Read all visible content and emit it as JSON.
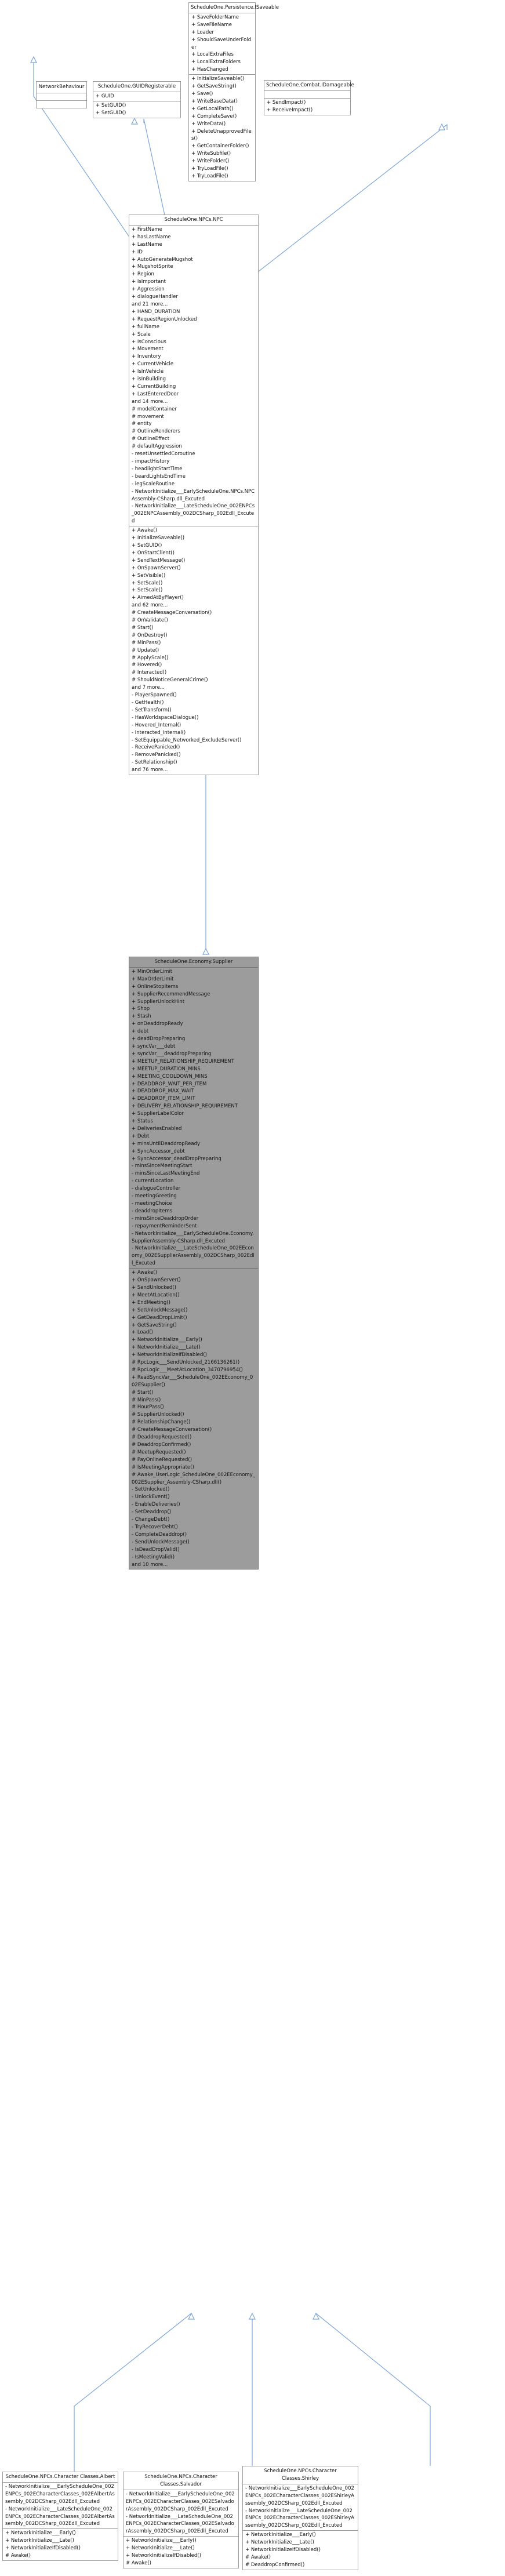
{
  "colors": {
    "focus_fill": "#9c9c9c",
    "node_fill": "#ffffff",
    "edge": "#7aa4d6",
    "border": "#9a9a9a"
  },
  "nodes": {
    "persistence": {
      "title": "ScheduleOne.Persistence.ISaveable",
      "sections": [
        [
          "+ SaveFolderName",
          "+ SaveFileName",
          "+ Loader",
          "+ ShouldSaveUnderFolder",
          "+ LocalExtraFiles",
          "+ LocalExtraFolders",
          "+ HasChanged"
        ],
        [
          "+ InitializeSaveable()",
          "+ GetSaveString()",
          "+ Save()",
          "+ WriteBaseData()",
          "+ GetLocalPath()",
          "+ CompleteSave()",
          "+ WriteData()",
          "+ DeleteUnapprovedFiles()",
          "+ GetContainerFolder()",
          "+ WriteSubfile()",
          "+ WriteFolder()",
          "+ TryLoadFile()",
          "+ TryLoadFile()"
        ]
      ]
    },
    "network_behaviour": {
      "title": "NetworkBehaviour",
      "sections": [
        [],
        []
      ]
    },
    "guid_registerable": {
      "title": "ScheduleOne.GUIDRegisterable",
      "sections": [
        [
          "+ GUID"
        ],
        [
          "+ SetGUID()",
          "+ SetGUID()"
        ]
      ]
    },
    "damageable": {
      "title": "ScheduleOne.Combat.IDamageable",
      "sections": [
        [],
        [
          "+ SendImpact()",
          "+ ReceiveImpact()"
        ]
      ]
    },
    "npc": {
      "title": "ScheduleOne.NPCs.NPC",
      "sections": [
        [
          "+ FirstName",
          "+ hasLastName",
          "+ LastName",
          "+ ID",
          "+ AutoGenerateMugshot",
          "+ MugshotSprite",
          "+ Region",
          "+ IsImportant",
          "+ Aggression",
          "+ dialogueHandler",
          "and 21 more...",
          "+ HAND_DURATION",
          "+ RequestRegionUnlocked",
          "+ fullName",
          "+ Scale",
          "+ IsConscious",
          "+ Movement",
          "+ Inventory",
          "+ CurrentVehicle",
          "+ IsInVehicle",
          "+ isInBuilding",
          "+ CurrentBuilding",
          "+ LastEnteredDoor",
          "and 14 more...",
          "# modelContainer",
          "# movement",
          "# entity",
          "# OutlineRenderers",
          "# OutlineEffect",
          "# defaultAggression",
          "- resetUnsettledCoroutine",
          "- impactHistory",
          "- headlightStartTime",
          "- beardLightsEndTime",
          "- legScaleRoutine",
          "- NetworkInitialize___EarlyScheduleOne.NPCs.NPCAssembly-CSharp.dll_Excuted",
          "- NetworkInitialize___LateScheduleOne_002ENPCs_002ENPCAssembly_002DCSharp_002Edll_Excuted"
        ],
        [
          "+ Awake()",
          "+ InitializeSaveable()",
          "+ SetGUID()",
          "+ OnStartClient()",
          "+ SendTextMessage()",
          "+ OnSpawnServer()",
          "+ SetVisible()",
          "+ SetScale()",
          "+ SetScale()",
          "+ AimedAtByPlayer()",
          "and 62 more...",
          "# CreateMessageConversation()",
          "# OnValidate()",
          "# Start()",
          "# OnDestroy()",
          "# MinPass()",
          "# Update()",
          "# ApplyScale()",
          "# Hovered()",
          "# Interacted()",
          "# ShouldNoticeGeneralCrime()",
          "and 7 more...",
          "- PlayerSpawned()",
          "- GetHealth()",
          "- SetTransform()",
          "- HasWorldspaceDialogue()",
          "- Hovered_Internal()",
          "- Interacted_Internal()",
          "- SetEquippable_Networked_ExcludeServer()",
          "- ReceivePanicked()",
          "- RemovePanicked()",
          "- SetRelationship()",
          "and 76 more..."
        ]
      ]
    },
    "supplier": {
      "title": "ScheduleOne.Economy.Supplier",
      "sections": [
        [
          "+ MinOrderLimit",
          "+ MaxOrderLimit",
          "+ OnlineStopItems",
          "+ SupplierRecommendMessage",
          "+ SupplierUnlockHint",
          "+ Shop",
          "+ Stash",
          "+ onDeaddropReady",
          "+ debt",
          "+ deadDropPreparing",
          "+ syncVar___debt",
          "+ syncVar___deaddropPreparing",
          "+ MEETUP_RELATIONSHIP_REQUIREMENT",
          "+ MEETUP_DURATION_MINS",
          "+ MEETING_COOLDOWN_MINS",
          "+ DEADDROP_WAIT_PER_ITEM",
          "+ DEADDROP_MAX_WAIT",
          "+ DEADDROP_ITEM_LIMIT",
          "+ DELIVERY_RELATIONSHIP_REQUIREMENT",
          "+ SupplierLabelColor",
          "+ Status",
          "+ DeliveriesEnabled",
          "+ Debt",
          "+ minsUntilDeaddropReady",
          "+ SyncAccessor_debt",
          "+ SyncAccessor_deadDropPreparing",
          "- minsSinceMeetingStart",
          "- minsSinceLastMeetingEnd",
          "- currentLocation",
          "- dialogueController",
          "- meetingGreeting",
          "- meetingChoice",
          "- deaddropItems",
          "- minsSinceDeaddropOrder",
          "- repaymentReminderSent",
          "- NetworkInitialize___EarlyScheduleOne.Economy.SupplierAssembly-CSharp.dll_Excuted",
          "- NetworkInitialize___LateScheduleOne_002EEconomy_002ESupplierAssembly_002DCSharp_002Edll_Excuted"
        ],
        [
          "+ Awake()",
          "+ OnSpawnServer()",
          "+ SendUnlocked()",
          "+ MeetAtLocation()",
          "+ EndMeeting()",
          "+ SetUnlockMessage()",
          "+ GetDeadDropLimit()",
          "+ GetSaveString()",
          "+ Load()",
          "+ NetworkInitialize___Early()",
          "+ NetworkInitialize___Late()",
          "+ NetworkInitializeIfDisabled()",
          "# RpcLogic___SendUnlocked_2166136261()",
          "# RpcLogic___MeetAtLocation_3470796954()",
          "+ ReadSyncVar___ScheduleOne_002EEconomy_002ESupplier()",
          "# Start()",
          "# MinPass()",
          "# HourPass()",
          "# SupplierUnlocked()",
          "# RelationshipChange()",
          "# CreateMessageConversation()",
          "# DeaddropRequested()",
          "# DeaddropConfirmed()",
          "# MeetupRequested()",
          "# PayOnlineRequested()",
          "# IsMeetingAppropriate()",
          "# Awake_UserLogic_ScheduleOne_002EEconomy_002ESupplier_Assembly-CSharp.dll()",
          "- SetUnlocked()",
          "- UnlockEvent()",
          "- EnableDeliveries()",
          "- SetDeaddrop()",
          "- ChangeDebt()",
          "- TryRecoverDebt()",
          "- CompleteDeaddrop()",
          "- SendUnlockMessage()",
          "- IsDeadDropValid()",
          "- IsMeetingValid()",
          "and 10 more..."
        ]
      ]
    },
    "albert": {
      "title": "ScheduleOne.NPCs.Character Classes.Albert",
      "sections": [
        [
          "- NetworkInitialize___EarlyScheduleOne_002ENPCs_002ECharacterClasses_002EAlbertAssembly_002DCSharp_002Edll_Excuted",
          "- NetworkInitialize___LateScheduleOne_002ENPCs_002ECharacterClasses_002EAlbertAssembly_002DCSharp_002Edll_Excuted"
        ],
        [
          "+ NetworkInitialize___Early()",
          "+ NetworkInitialize___Late()",
          "+ NetworkInitializeIfDisabled()",
          "# Awake()"
        ]
      ]
    },
    "salvador": {
      "title": "ScheduleOne.NPCs.Character Classes.Salvador",
      "sections": [
        [
          "- NetworkInitialize___EarlyScheduleOne_002ENPCs_002ECharacterClasses_002ESalvadorAssembly_002DCSharp_002Edll_Excuted",
          "- NetworkInitialize___LateScheduleOne_002ENPCs_002ECharacterClasses_002ESalvadorAssembly_002DCSharp_002Edll_Excuted"
        ],
        [
          "+ NetworkInitialize___Early()",
          "+ NetworkInitialize___Late()",
          "+ NetworkInitializeIfDisabled()",
          "# Awake()"
        ]
      ]
    },
    "shirley": {
      "title": "ScheduleOne.NPCs.Character Classes.Shirley",
      "sections": [
        [
          "- NetworkInitialize___EarlyScheduleOne_002ENPCs_002ECharacterClasses_002EShirleyAssembly_002DCSharp_002Edll_Excuted",
          "- NetworkInitialize___LateScheduleOne_002ENPCs_002ECharacterClasses_002EShirleyAssembly_002DCSharp_002Edll_Excuted"
        ],
        [
          "+ NetworkInitialize___Early()",
          "+ NetworkInitialize___Late()",
          "+ NetworkInitializeIfDisabled()",
          "# Awake()",
          "# DeaddropConfirmed()"
        ]
      ]
    }
  }
}
